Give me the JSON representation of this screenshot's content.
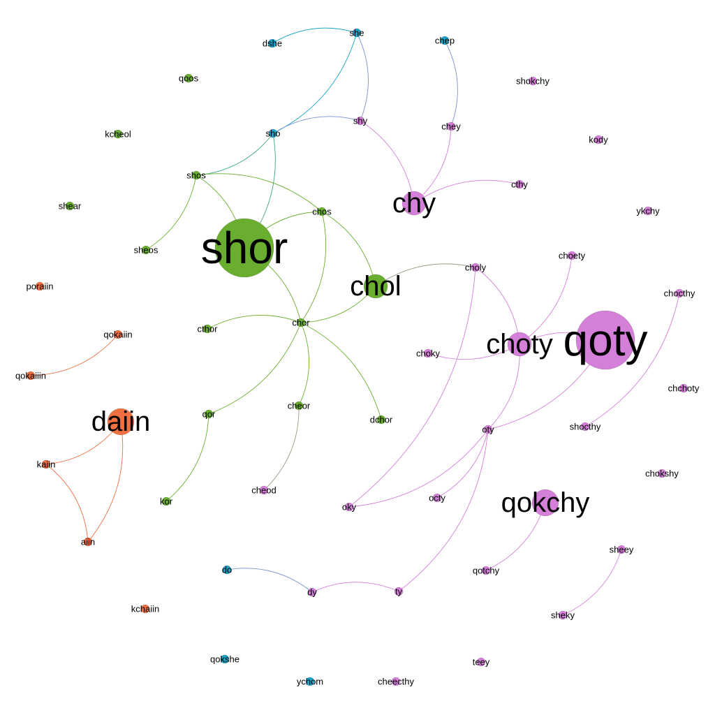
{
  "groups": {
    "green": "#6aae2f",
    "purple": "#d47fd8",
    "orange": "#ef7041",
    "cyan": "#1ba3c7"
  },
  "nodes": [
    {
      "id": "she",
      "label": "she",
      "group": "cyan",
      "size": 1
    },
    {
      "id": "dshe",
      "label": "dshe",
      "group": "cyan",
      "size": 1
    },
    {
      "id": "sho",
      "label": "sho",
      "group": "cyan",
      "size": 1
    },
    {
      "id": "do",
      "label": "do",
      "group": "cyan",
      "size": 1
    },
    {
      "id": "qokshe",
      "label": "qokshe",
      "group": "cyan",
      "size": 1
    },
    {
      "id": "ychom",
      "label": "ychom",
      "group": "cyan",
      "size": 1
    },
    {
      "id": "chep",
      "label": "chep",
      "group": "cyan",
      "size": 1
    },
    {
      "id": "qoos",
      "label": "qoos",
      "group": "green",
      "size": 1
    },
    {
      "id": "kcheol",
      "label": "kcheol",
      "group": "green",
      "size": 1
    },
    {
      "id": "shos",
      "label": "shos",
      "group": "green",
      "size": 1
    },
    {
      "id": "shear",
      "label": "shear",
      "group": "green",
      "size": 1
    },
    {
      "id": "sheos",
      "label": "sheos",
      "group": "green",
      "size": 1
    },
    {
      "id": "shor",
      "label": "shor",
      "group": "green",
      "size": 4
    },
    {
      "id": "chos",
      "label": "chos",
      "group": "green",
      "size": 1
    },
    {
      "id": "chol",
      "label": "chol",
      "group": "green",
      "size": 2
    },
    {
      "id": "chor",
      "label": "chor",
      "group": "green",
      "size": 1
    },
    {
      "id": "cthor",
      "label": "cthor",
      "group": "green",
      "size": 1
    },
    {
      "id": "qor",
      "label": "qor",
      "group": "green",
      "size": 1
    },
    {
      "id": "cheor",
      "label": "cheor",
      "group": "green",
      "size": 1
    },
    {
      "id": "dchor",
      "label": "dchor",
      "group": "green",
      "size": 1
    },
    {
      "id": "kor",
      "label": "kor",
      "group": "green",
      "size": 1
    },
    {
      "id": "poraiin",
      "label": "poraiin",
      "group": "orange",
      "size": 1
    },
    {
      "id": "qokaiin",
      "label": "qokaiin",
      "group": "orange",
      "size": 1
    },
    {
      "id": "qokaiiin",
      "label": "qokaiiin",
      "group": "orange",
      "size": 1
    },
    {
      "id": "daiin",
      "label": "daiin",
      "group": "orange",
      "size": 3
    },
    {
      "id": "kaiin",
      "label": "kaiin",
      "group": "orange",
      "size": 1
    },
    {
      "id": "aiin",
      "label": "aiin",
      "group": "orange",
      "size": 1
    },
    {
      "id": "kchaiin",
      "label": "kchaiin",
      "group": "orange",
      "size": 1
    },
    {
      "id": "shy",
      "label": "shy",
      "group": "purple",
      "size": 1
    },
    {
      "id": "chey",
      "label": "chey",
      "group": "purple",
      "size": 1
    },
    {
      "id": "shokchy",
      "label": "shokchy",
      "group": "purple",
      "size": 1
    },
    {
      "id": "kody",
      "label": "kody",
      "group": "purple",
      "size": 1
    },
    {
      "id": "chy",
      "label": "chy",
      "group": "purple",
      "size": 2
    },
    {
      "id": "cthy",
      "label": "cthy",
      "group": "purple",
      "size": 1
    },
    {
      "id": "ykchy",
      "label": "ykchy",
      "group": "purple",
      "size": 1
    },
    {
      "id": "choety",
      "label": "choety",
      "group": "purple",
      "size": 1
    },
    {
      "id": "choly",
      "label": "choly",
      "group": "purple",
      "size": 1
    },
    {
      "id": "chocthy",
      "label": "chocthy",
      "group": "purple",
      "size": 1
    },
    {
      "id": "choty",
      "label": "choty",
      "group": "purple",
      "size": 2
    },
    {
      "id": "qoty",
      "label": "qoty",
      "group": "purple",
      "size": 4
    },
    {
      "id": "choky",
      "label": "choky",
      "group": "purple",
      "size": 1
    },
    {
      "id": "chchoty",
      "label": "chchoty",
      "group": "purple",
      "size": 1
    },
    {
      "id": "oty",
      "label": "oty",
      "group": "purple",
      "size": 1
    },
    {
      "id": "shocthy",
      "label": "shocthy",
      "group": "purple",
      "size": 1
    },
    {
      "id": "chokshy",
      "label": "chokshy",
      "group": "purple",
      "size": 1
    },
    {
      "id": "qokchy",
      "label": "qokchy",
      "group": "purple",
      "size": 3
    },
    {
      "id": "oky",
      "label": "oky",
      "group": "purple",
      "size": 1
    },
    {
      "id": "octy",
      "label": "octy",
      "group": "purple",
      "size": 1
    },
    {
      "id": "sheey",
      "label": "sheey",
      "group": "purple",
      "size": 1
    },
    {
      "id": "qotchy",
      "label": "qotchy",
      "group": "purple",
      "size": 1
    },
    {
      "id": "sheky",
      "label": "sheky",
      "group": "purple",
      "size": 1
    },
    {
      "id": "dy",
      "label": "dy",
      "group": "purple",
      "size": 1
    },
    {
      "id": "ty",
      "label": "ty",
      "group": "purple",
      "size": 1
    },
    {
      "id": "teey",
      "label": "teey",
      "group": "purple",
      "size": 1
    },
    {
      "id": "cheecthy",
      "label": "cheecthy",
      "group": "purple",
      "size": 1
    },
    {
      "id": "cheod",
      "label": "cheod",
      "group": "purple",
      "size": 1
    }
  ],
  "edges": [
    [
      "dshe",
      "she"
    ],
    [
      "she",
      "sho"
    ],
    [
      "she",
      "shy"
    ],
    [
      "sho",
      "shy"
    ],
    [
      "sho",
      "shos"
    ],
    [
      "sho",
      "shor"
    ],
    [
      "chep",
      "chey"
    ],
    [
      "shy",
      "chy"
    ],
    [
      "chey",
      "chy"
    ],
    [
      "chy",
      "cthy"
    ],
    [
      "shos",
      "sheos"
    ],
    [
      "shos",
      "shor"
    ],
    [
      "shos",
      "chos"
    ],
    [
      "shor",
      "chos"
    ],
    [
      "shor",
      "chor"
    ],
    [
      "chos",
      "chol"
    ],
    [
      "chos",
      "chor"
    ],
    [
      "chol",
      "chor"
    ],
    [
      "chol",
      "choly"
    ],
    [
      "cthor",
      "chor"
    ],
    [
      "chor",
      "qor"
    ],
    [
      "chor",
      "cheor"
    ],
    [
      "chor",
      "dchor"
    ],
    [
      "qor",
      "kor"
    ],
    [
      "cheor",
      "cheod"
    ],
    [
      "qokaiin",
      "qokaiiin"
    ],
    [
      "daiin",
      "kaiin"
    ],
    [
      "daiin",
      "aiin"
    ],
    [
      "kaiin",
      "aiin"
    ],
    [
      "choly",
      "choty"
    ],
    [
      "choly",
      "oky"
    ],
    [
      "choety",
      "choty"
    ],
    [
      "choty",
      "qoty"
    ],
    [
      "choty",
      "choky"
    ],
    [
      "choty",
      "oty"
    ],
    [
      "chocthy",
      "shocthy"
    ],
    [
      "qoty",
      "oty"
    ],
    [
      "oty",
      "octy"
    ],
    [
      "oty",
      "oky"
    ],
    [
      "oty",
      "ty"
    ],
    [
      "qokchy",
      "qotchy"
    ],
    [
      "sheey",
      "sheky"
    ],
    [
      "do",
      "dy"
    ],
    [
      "dy",
      "ty"
    ]
  ]
}
